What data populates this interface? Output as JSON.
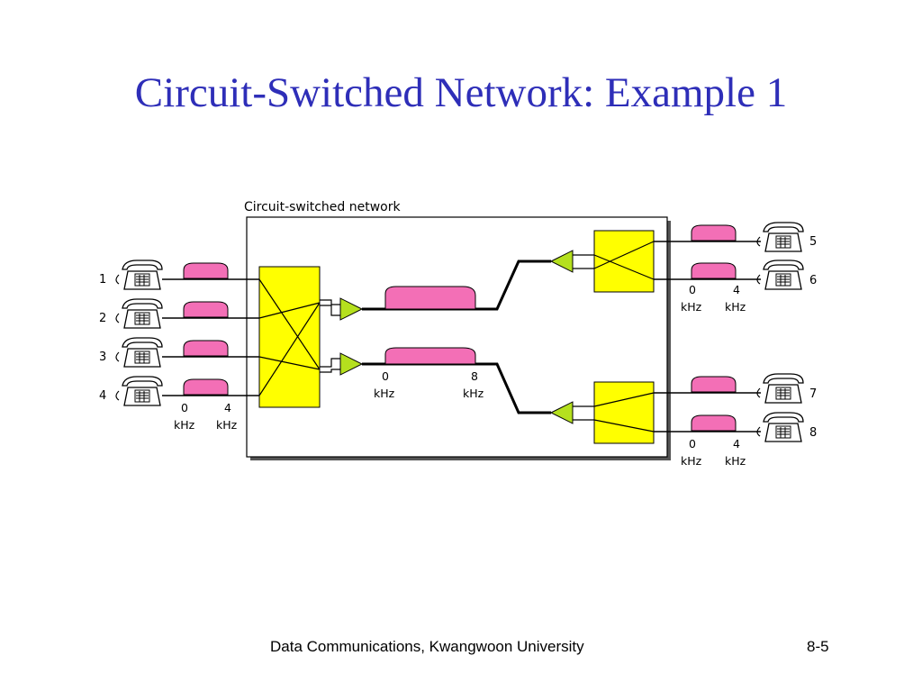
{
  "title": "Circuit-Switched Network: Example 1",
  "network_label": "Circuit-switched network",
  "phones": [
    "1",
    "2",
    "3",
    "4",
    "5",
    "6",
    "7",
    "8"
  ],
  "band_left": {
    "low": "0",
    "high": "4",
    "unit": "kHz"
  },
  "band_trunk": {
    "low": "0",
    "high": "8",
    "unit": "kHz"
  },
  "band_right_top": {
    "low": "0",
    "high": "4",
    "unit": "kHz"
  },
  "band_right_bottom": {
    "low": "0",
    "high": "4",
    "unit": "kHz"
  },
  "colors": {
    "switch": "#ffff00",
    "signal": "#f36fb6",
    "multiplexer": "#b5e01e",
    "title": "#2e2eb8"
  },
  "footer": {
    "course": "Data Communications, Kwangwoon University",
    "page": "8-5"
  }
}
